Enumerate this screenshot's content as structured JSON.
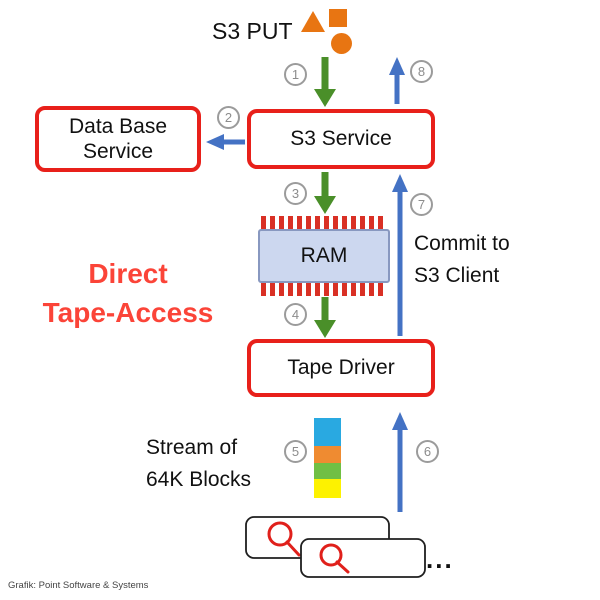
{
  "diagram": {
    "s3_put_label": "S3 PUT",
    "title": {
      "line1": "Direct",
      "line2": "Tape-Access"
    },
    "boxes": {
      "database_line1": "Data Base",
      "database_line2": "Service",
      "s3_service": "S3 Service",
      "ram": "RAM",
      "tape_driver": "Tape Driver"
    },
    "labels": {
      "commit_line1": "Commit to",
      "commit_line2": "S3 Client",
      "stream_line1": "Stream of",
      "stream_line2": "64K Blocks",
      "ellipsis": "..."
    },
    "steps": {
      "s1": "1",
      "s2": "2",
      "s3": "3",
      "s4": "4",
      "s5": "5",
      "s6": "6",
      "s7": "7",
      "s8": "8"
    },
    "footer": "Grafik: Point Software & Systems",
    "colors": {
      "green_arrow": "#4a8f29",
      "blue_arrow": "#4472c4",
      "box_border": "#e8201a",
      "title_red": "#fb4438",
      "orange_shape": "#e87512",
      "step_gray": "#8c8c8c",
      "ram_body": "#ccd7ef",
      "ram_pin": "#d93025",
      "block_blue": "#29a9e1",
      "block_orange": "#ef8b31",
      "block_green": "#70bf44",
      "block_yellow": "#fdf200",
      "tape_reel_red": "#e0201b"
    }
  }
}
